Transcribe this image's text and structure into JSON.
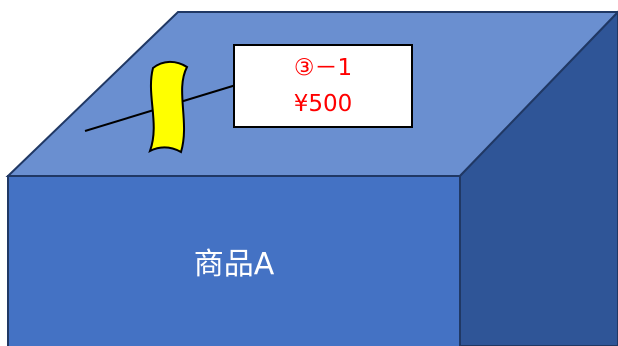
{
  "colors": {
    "box_front": "#4472c4",
    "box_top": "#6a8fd0",
    "box_side": "#2f5597",
    "box_edge": "#203864",
    "tag_text": "#ff0000",
    "ribbon": "#ffff00",
    "string": "#000000"
  },
  "box": {
    "product_label": "商品A"
  },
  "price_tag": {
    "code": "③－1",
    "price": "¥500"
  },
  "icons": {
    "ribbon": "ribbon-icon"
  }
}
